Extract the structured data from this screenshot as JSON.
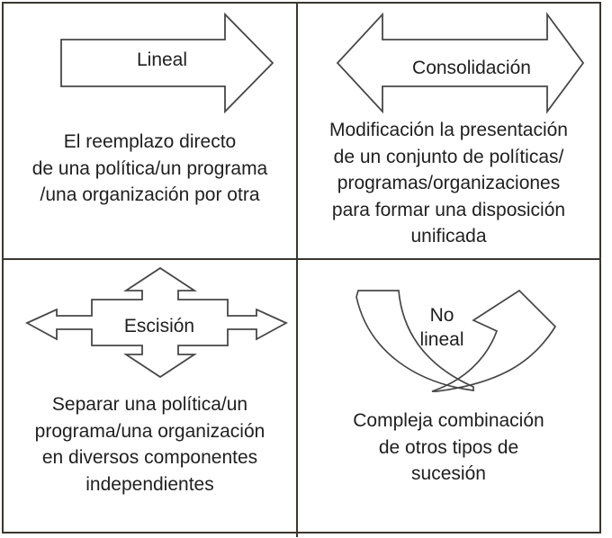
{
  "diagram": {
    "title_hidden": "",
    "quadrants": {
      "top_left": {
        "label": "Lineal",
        "description": "El reemplazo directo\nde una política/un programa\n/una organización por otra",
        "arrow_icon": "right-block-arrow"
      },
      "top_right": {
        "label": "Consolidación",
        "description": "Modificación la presentación\nde un conjunto de políticas/\nprogramas/organizaciones\npara formar una disposición\nunificada",
        "arrow_icon": "left-right-block-arrow"
      },
      "bottom_left": {
        "label": "Escisión",
        "description": "Separar una política/un\nprograma/una organización\nen diversos componentes\nindependientes",
        "arrow_icon": "four-way-arrow"
      },
      "bottom_right": {
        "label": "No\nlineal",
        "description": "Compleja combinación\nde otros tipos de\nsucesión",
        "arrow_icon": "curved-up-arrow"
      }
    },
    "colors": {
      "background": "#ffffff",
      "grid_line": "#3b3631",
      "arrow_stroke": "#474747",
      "text": "#1f1f1f"
    }
  }
}
